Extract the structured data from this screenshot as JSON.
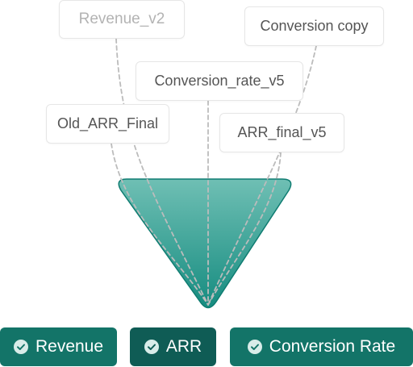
{
  "inputs": [
    {
      "label": "Revenue_v2"
    },
    {
      "label": "Conversion copy"
    },
    {
      "label": "Conversion_rate_v5"
    },
    {
      "label": "Old_ARR_Final"
    },
    {
      "label": "ARR_final_v5"
    }
  ],
  "outputs": [
    {
      "label": "Revenue"
    },
    {
      "label": "ARR"
    },
    {
      "label": "Conversion Rate"
    }
  ],
  "colors": {
    "funnel_top": "#6fbfb4",
    "funnel_bottom": "#168c80",
    "chip": "#137468",
    "chip_dark": "#0f5c55",
    "card_border": "#e6e6e6",
    "dash": "#bcbcbc"
  },
  "icons": {
    "check": "check-circle-icon"
  }
}
